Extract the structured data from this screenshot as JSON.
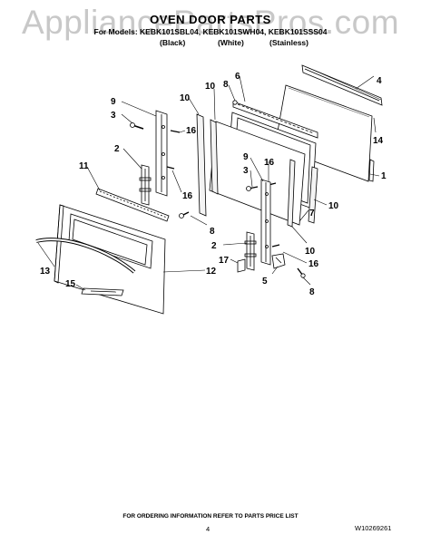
{
  "watermark": "AppliancePartsPros.com",
  "header": {
    "title": "OVEN DOOR PARTS",
    "models_line": "For Models: KEBK101SBL04, KEBK101SWH04, KEBK101SSS04",
    "finishes": [
      "(Black)",
      "(White)",
      "(Stainless)"
    ]
  },
  "callouts": {
    "c4": "4",
    "c6": "6",
    "c8a": "8",
    "c10a": "10",
    "c10b": "10",
    "c9a": "9",
    "c3a": "3",
    "c16a": "16",
    "c14": "14",
    "c2a": "2",
    "c16b": "16",
    "c11": "11",
    "c1": "1",
    "c9b": "9",
    "c16c": "16",
    "c3b": "3",
    "c10c": "10",
    "c7": "7",
    "c8b": "8",
    "c2b": "2",
    "c10d": "10",
    "c13": "13",
    "c17": "17",
    "c12": "12",
    "c16d": "16",
    "c5": "5",
    "c15": "15",
    "c8c": "8"
  },
  "footer": {
    "note": "FOR ORDERING INFORMATION REFER TO PARTS PRICE LIST",
    "page": "4",
    "doc_id": "W10269261"
  }
}
